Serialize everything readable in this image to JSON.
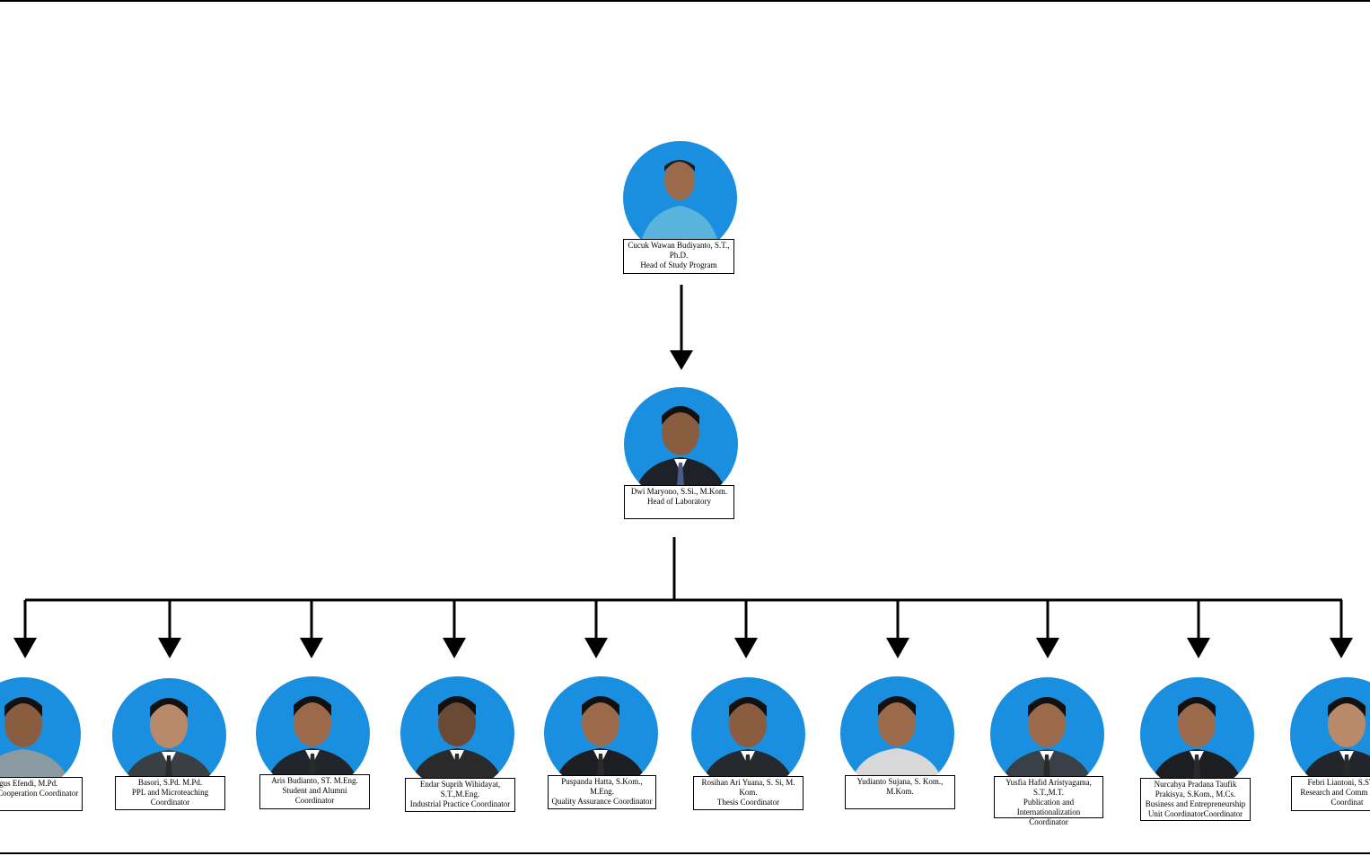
{
  "colors": {
    "avatar_bg": "#1a8fe0",
    "line": "#000000"
  },
  "head": {
    "name": "Cucuk Wawan Budiyanto, S.T., Ph.D.",
    "role": "Head of Study Program",
    "shirt": "#5ab3dc",
    "skin": "#9a6a4a"
  },
  "lab": {
    "name": "Dwi Maryono, S.Si., M.Kom.",
    "role": "Head of Laboratory",
    "shirt": "#1e2228",
    "skin": "#8a5d40"
  },
  "members": [
    {
      "name": "Agus Efendi, M.Pd.",
      "role": "utional Cooperation Coordinator",
      "shirt": "#8a9aa0",
      "skin": "#8a5d40"
    },
    {
      "name": "Basori, S.Pd. M.Pd.",
      "role": "PPL and Microteaching Coordinator",
      "shirt": "#3a3f44",
      "skin": "#b88a6a"
    },
    {
      "name": "Aris Budianto, ST. M.Eng.",
      "role": "Student and Alumni Coordinator",
      "shirt": "#22262c",
      "skin": "#9a6a4a"
    },
    {
      "name": "Endar Suprih Wihidayat, S.T.,M.Eng.",
      "role": "Industrial Practice Coordinator",
      "shirt": "#2a2a2a",
      "skin": "#6a4a35"
    },
    {
      "name": "Puspanda Hatta, S.Kom., M.Eng.",
      "role": "Quality Assurance Coordinator",
      "shirt": "#1c1e22",
      "skin": "#9a6a4a"
    },
    {
      "name": "Rosihan Ari Yuana, S. Si, M. Kom.",
      "role": "Thesis Coordinator",
      "shirt": "#26292e",
      "skin": "#8a5d40"
    },
    {
      "name": "Yudianto Sujana, S. Kom., M.Kom.",
      "role": "",
      "shirt": "#d8d8d8",
      "skin": "#9a6a4a"
    },
    {
      "name": "Yusfia Hafid Aristyagama, S.T.,M.T.",
      "role": "Publication and Internationalization Coordinator",
      "shirt": "#3a4048",
      "skin": "#9a6a4a"
    },
    {
      "name": "Nurcahya Pradana Taufik Prakisya, S.Kom., M.Cs.",
      "role": "Business and Entrepreneurship Unit CoordinatorCoordinator",
      "shirt": "#1c1e22",
      "skin": "#9a6a4a"
    },
    {
      "name": "Febri Liantoni, S.ST., M",
      "role": "Research and Comm Service Coordinat",
      "shirt": "#22262c",
      "skin": "#b88a6a"
    }
  ]
}
